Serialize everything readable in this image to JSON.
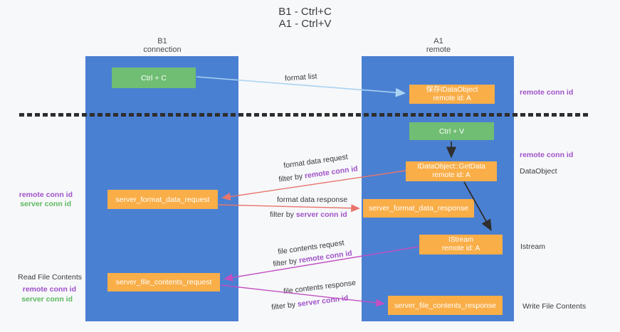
{
  "title": {
    "line1": "B1 - Ctrl+C",
    "line2": "A1 - Ctrl+V"
  },
  "columns": {
    "b1": {
      "title": "B1",
      "subtitle": "connection"
    },
    "a1": {
      "title": "A1",
      "subtitle": "remote"
    }
  },
  "boxes": {
    "ctrl_c": {
      "label": "Ctrl + C"
    },
    "save_idataobject": {
      "line1": "保存IDataObject",
      "line2": "remote id: A"
    },
    "ctrl_v": {
      "label": "Ctrl + V"
    },
    "getdata": {
      "line1": "IDataObject::GetData",
      "line2": "remote id: A"
    },
    "format_request": {
      "label": "server_format_data_request"
    },
    "format_response": {
      "label": "server_format_data_response"
    },
    "istream": {
      "line1": "IStream",
      "line2": "remote id: A"
    },
    "file_request": {
      "label": "server_file_contents_request"
    },
    "file_response": {
      "label": "server_file_contents_response"
    }
  },
  "flow_labels": {
    "format_list": "format list",
    "format_data_request": "format data request",
    "format_data_response": "format data response",
    "file_contents_request": "file contents request",
    "file_contents_response": "file contents response",
    "filter_by": "filter by",
    "remote_conn_id": "remote conn id",
    "server_conn_id": "server conn id"
  },
  "side_labels": {
    "right_top_remote_conn_id": "remote conn id",
    "right_mid_remote_conn_id": "remote conn id",
    "right_dataobject": "DataObject",
    "right_istream": "Istream",
    "right_write_file_contents": "Write File Contents",
    "left_remote_conn_id": "remote conn id",
    "left_server_conn_id": "server conn id",
    "left_read_file_contents": "Read File Contents",
    "left_bottom_remote_conn_id": "remote conn id",
    "left_bottom_server_conn_id": "server conn id"
  },
  "colors": {
    "background": "#f7f8fa",
    "column_blue": "#4a80d2",
    "box_green": "#70be73",
    "box_orange": "#f9ae48",
    "arrow_blue": "#a9d3f2",
    "arrow_black": "#2f2f2f",
    "arrow_salmon": "#e8756c",
    "arrow_magenta": "#c24fc2",
    "text_purple": "#a052c8",
    "text_green": "#5cb85f",
    "dash_line": "#2e2e2e"
  }
}
